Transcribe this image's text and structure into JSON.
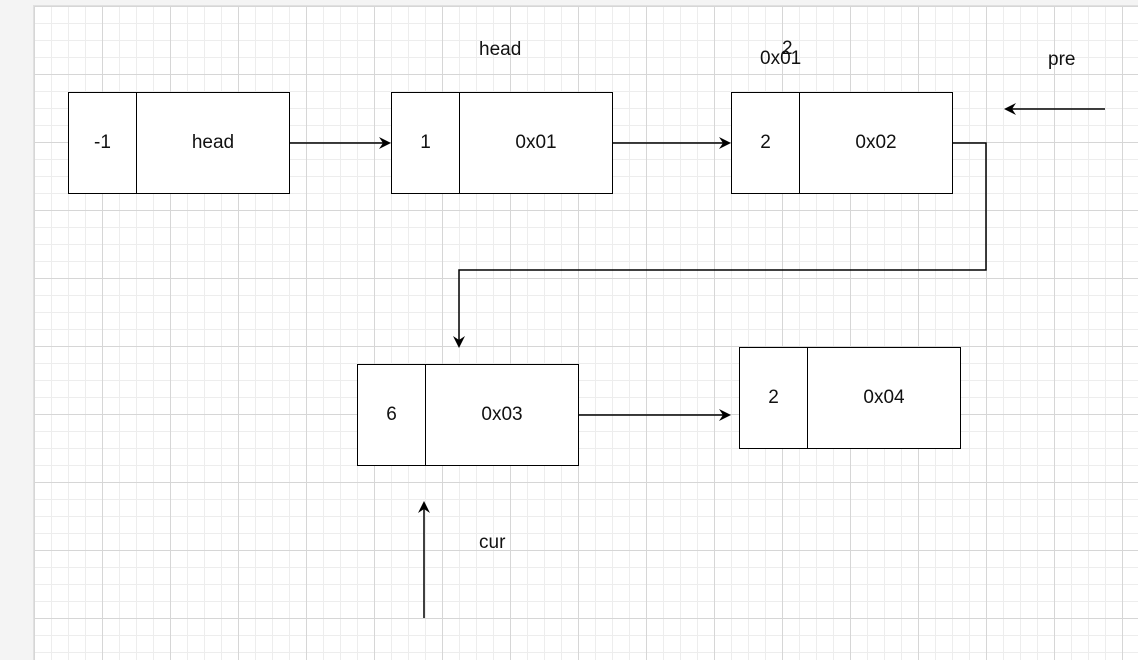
{
  "nodes": [
    {
      "id": "n1",
      "data": "-1",
      "next": "head"
    },
    {
      "id": "n2",
      "data": "1",
      "next": "0x01"
    },
    {
      "id": "n3",
      "data": "2",
      "next": "0x02"
    },
    {
      "id": "n4",
      "data": "6",
      "next": "0x03"
    },
    {
      "id": "n5",
      "data": "2",
      "next": "0x04"
    }
  ],
  "labels": {
    "head": "head",
    "overlap_top": "2",
    "overlap_bottom": "0x01",
    "pre": "pre",
    "cur": "cur"
  }
}
